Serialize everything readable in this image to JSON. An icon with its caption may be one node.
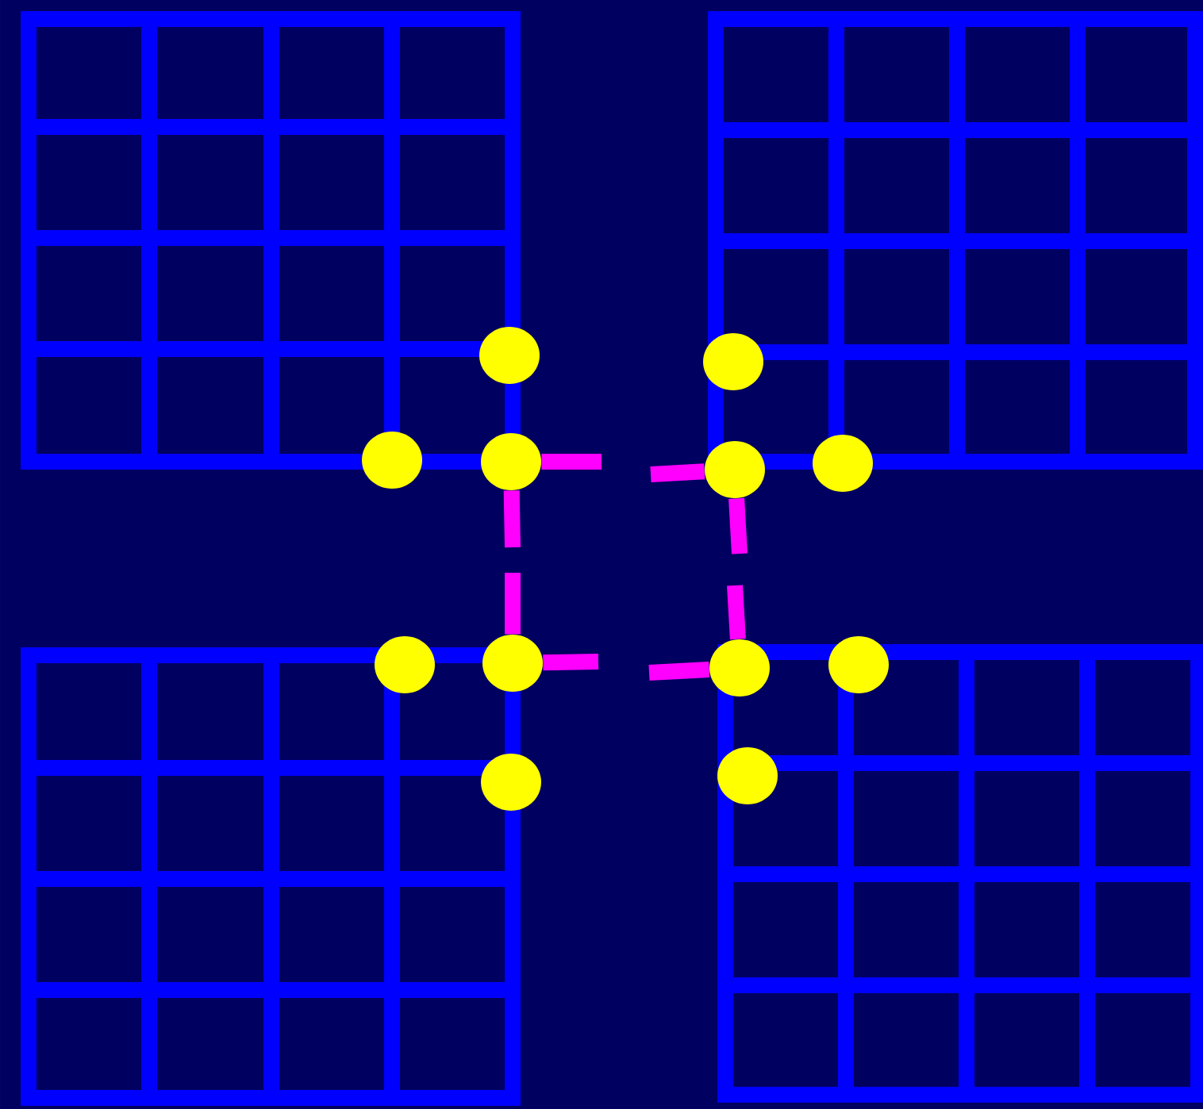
{
  "diagram": {
    "nodes": [
      {
        "text": [],
        "shape": "circle"
      },
      {
        "text": [],
        "shape": "circle"
      },
      {
        "text": [],
        "shape": "circle"
      },
      {
        "text": [],
        "shape": "circle"
      },
      {
        "text": [],
        "shape": "circle"
      },
      {
        "text": [],
        "shape": "circle"
      },
      {
        "text": [],
        "shape": "circle"
      },
      {
        "text": [],
        "shape": "circle"
      },
      {
        "text": [],
        "shape": "circle"
      },
      {
        "text": [],
        "shape": "circle"
      },
      {
        "text": [],
        "shape": "circle"
      },
      {
        "text": [],
        "shape": "circle"
      }
    ],
    "edges": [
      {
        "from": 3,
        "to": null,
        "arrow": "none"
      },
      {
        "from": 4,
        "to": null,
        "arrow": "none"
      },
      {
        "from": 3,
        "to": null,
        "arrow": "none"
      },
      {
        "from": 7,
        "to": null,
        "arrow": "none"
      },
      {
        "from": 7,
        "to": null,
        "arrow": "none"
      },
      {
        "from": 8,
        "to": null,
        "arrow": "none"
      },
      {
        "from": 4,
        "to": null,
        "arrow": "none"
      },
      {
        "from": 8,
        "to": null,
        "arrow": "none"
      }
    ]
  }
}
